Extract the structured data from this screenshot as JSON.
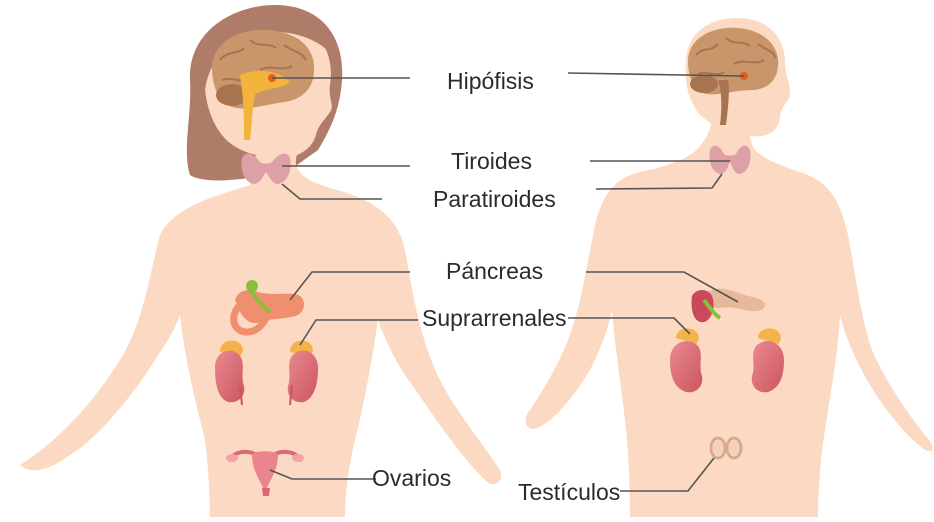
{
  "labels": {
    "hipofisis": "Hipófisis",
    "tiroides": "Tiroides",
    "paratiroides": "Paratiroides",
    "pancreas": "Páncreas",
    "suprarrenales": "Suprarrenales",
    "ovarios": "Ovarios",
    "testiculos": "Testículos"
  },
  "colors": {
    "skin": "#fcd9c3",
    "hair": "#b07c6a",
    "brain": "#c9956b",
    "brain_dark": "#a87450",
    "pituitary": "#f2b43c",
    "thyroid": "#dda0a6",
    "pancreas": "#ef8f70",
    "gland_yellow": "#f3b24a",
    "kidney": "#df6f78",
    "leader_line": "#555555"
  }
}
